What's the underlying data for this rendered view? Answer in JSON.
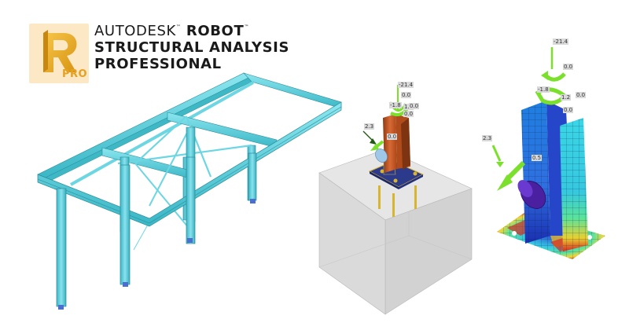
{
  "logo": {
    "letter": "R",
    "badge": "PRO",
    "background": "#fce8c4",
    "letter_color": "#f2b321"
  },
  "brand": {
    "company": "AUTODESK",
    "product": "ROBOT",
    "tm": "™",
    "line2": "STRUCTURAL ANALYSIS",
    "line3": "PROFESSIONAL"
  },
  "frame_model": {
    "color": "#5fd0de",
    "support_color": "#4a6fd0"
  },
  "base_plate_model": {
    "column_color": "#c8582a",
    "plate_color": "#2b3a8a",
    "bolt_color": "#d8b531",
    "foundation_color": "#d6d6d6",
    "force_color": "#7be02b",
    "labels": {
      "fz": "-21.4",
      "mz": "0.0",
      "fy": "-1.8",
      "mx": "1.2",
      "my": "0.0",
      "m2": "0.0",
      "fx": "2.3",
      "v": "0.0"
    }
  },
  "fem_model": {
    "labels": {
      "fz": "-21.4",
      "mz": "0.0",
      "fy": "-1.8",
      "mx": "1.2",
      "my": "0.0",
      "m2": "0.0",
      "fx": "2.3",
      "v": "0.5"
    },
    "colormap": [
      "#1d2fb5",
      "#1a7fe0",
      "#37d5e8",
      "#59e39a",
      "#e6e632",
      "#f08a24",
      "#d6201e"
    ]
  }
}
